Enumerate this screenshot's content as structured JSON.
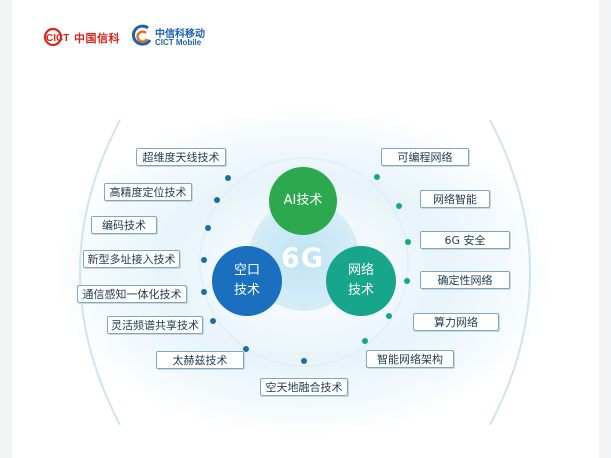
{
  "header": {
    "logo_cict_mark": "CICT",
    "logo_cict_name": "中国信科",
    "logo_mobile_name": "中信科移动",
    "logo_mobile_en": "CICT Mobile"
  },
  "center": {
    "title": "6G",
    "ai": "AI技术",
    "air_line1": "空口",
    "air_line2": "技术",
    "net_line1": "网络",
    "net_line2": "技术"
  },
  "left_labels": [
    "超维度天线技术",
    "高精度定位技术",
    "编码技术",
    "新型多址接入技术",
    "通信感知一体化技术",
    "灵活频谱共享技术",
    "太赫兹技术"
  ],
  "bottom_label": "空天地融合技术",
  "right_labels": [
    "可编程网络",
    "网络智能",
    "6G 安全",
    "确定性网络",
    "算力网络",
    "智能网络架构"
  ],
  "colors": {
    "ai_green": "#2ca94f",
    "air_blue": "#1a6fbf",
    "net_teal": "#17a58c",
    "label_border": "#7fa7bf"
  }
}
